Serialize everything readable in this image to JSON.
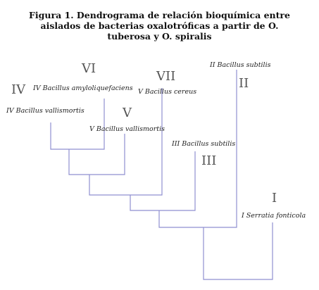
{
  "figure": {
    "title_lines": [
      "Figura 1. Dendrograma de relación bioquímica entre",
      "aislados de bacterias oxalotróficas a partir de O.",
      "tuberosa y O. spiralis"
    ]
  },
  "dendrogram": {
    "leaves": [
      {
        "numeral": "IV",
        "label": "IV Bacillus vallismortis"
      },
      {
        "numeral": "VI",
        "label": "IV Bacillus amyloliquefaciens"
      },
      {
        "numeral": "V",
        "label": "V Bacillus vallismortis"
      },
      {
        "numeral": "VII",
        "label": "V Bacillus cereus"
      },
      {
        "numeral": "III",
        "label": "III Bacillus subtilis"
      },
      {
        "numeral": "II",
        "label": "II Bacillus subtilis"
      },
      {
        "numeral": "I",
        "label": "I Serratia fonticola"
      }
    ]
  }
}
